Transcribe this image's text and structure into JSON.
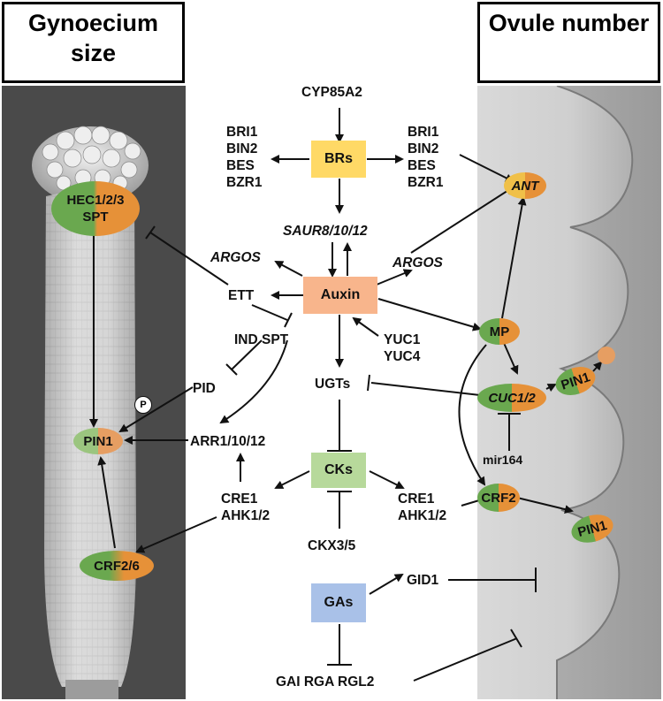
{
  "titles": {
    "left": "Gynoecium size",
    "right": "Ovule number"
  },
  "colors": {
    "brs": "#ffd966",
    "auxin": "#f8b58c",
    "cks": "#b7d99b",
    "gas": "#a9c1e8",
    "green": "#6aa84f",
    "orange": "#e69138"
  },
  "labels": {
    "cyp85a2": "CYP85A2",
    "left_br_list": [
      "BRI1",
      "BIN2",
      "BES",
      "BZR1"
    ],
    "right_br_list": [
      "BRI1",
      "BIN2",
      "BES",
      "BZR1"
    ],
    "brs": "BRs",
    "saur": "SAUR8/10/12",
    "argos_left": "ARGOS",
    "argos_right": "ARGOS",
    "auxin": "Auxin",
    "ett": "ETT",
    "ind_spt": "IND SPT",
    "yuc": [
      "YUC1",
      "YUC4"
    ],
    "pid": "PID",
    "p_circle": "P",
    "ugts": "UGTs",
    "arr": "ARR1/10/12",
    "cks": "CKs",
    "cre_left": [
      "CRE1",
      "AHK1/2"
    ],
    "cre_right": [
      "CRE1",
      "AHK1/2"
    ],
    "ckx": "CKX3/5",
    "gas": "GAs",
    "gid1": "GID1",
    "gai": "GAI RGA RGL2",
    "hec": [
      "HEC1/2/3",
      "SPT"
    ],
    "pin1_left": "PIN1",
    "crf_left": "CRF2/6",
    "ant": "ANT",
    "mp": "MP",
    "cuc": "CUC1/2",
    "pin1_right_top": "PIN1",
    "mir": "mir164",
    "crf_right": "CRF2",
    "pin1_right_bottom": "PIN1"
  }
}
